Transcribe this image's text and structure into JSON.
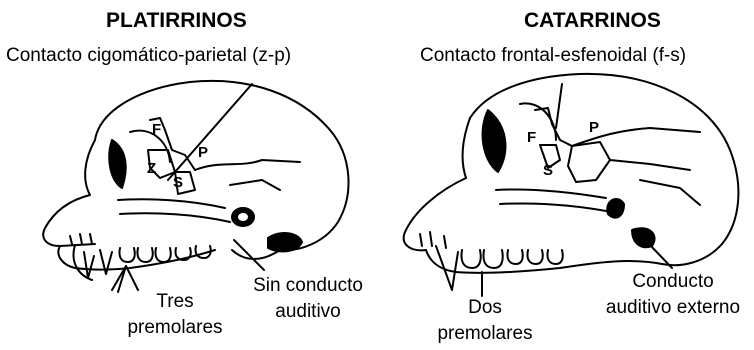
{
  "left": {
    "title": "PLATIRRINOS",
    "contact": "Contacto cigomático-parietal (z-p)",
    "premolars_line1": "Tres",
    "premolars_line2": "premolares",
    "ear_line1": "Sin conducto",
    "ear_line2": "auditivo",
    "bones": {
      "f": "F",
      "p": "P",
      "z": "Z",
      "s": "S"
    }
  },
  "right": {
    "title": "CATARRINOS",
    "contact": "Contacto frontal-esfenoidal (f-s)",
    "premolars_line1": "Dos",
    "premolars_line2": "premolares",
    "ear_line1": "Conducto",
    "ear_line2": "auditivo externo",
    "bones": {
      "f": "F",
      "p": "P",
      "s": "S"
    }
  },
  "colors": {
    "ink": "#000000",
    "background": "#ffffff"
  }
}
